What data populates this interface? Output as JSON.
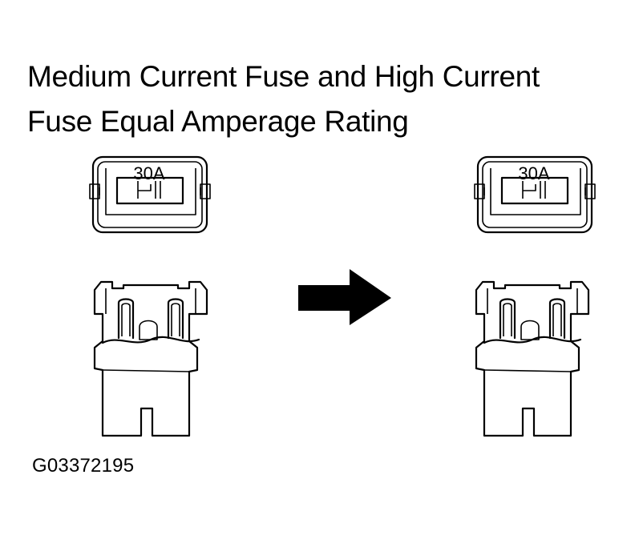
{
  "title": {
    "line1": "Medium Current Fuse and High Current",
    "line2": "Fuse Equal Amperage Rating"
  },
  "figure_id": "G03372195",
  "fuses": {
    "left_rating": "30A",
    "right_rating": "30A"
  },
  "icons": {
    "arrow": "right-arrow-icon"
  }
}
